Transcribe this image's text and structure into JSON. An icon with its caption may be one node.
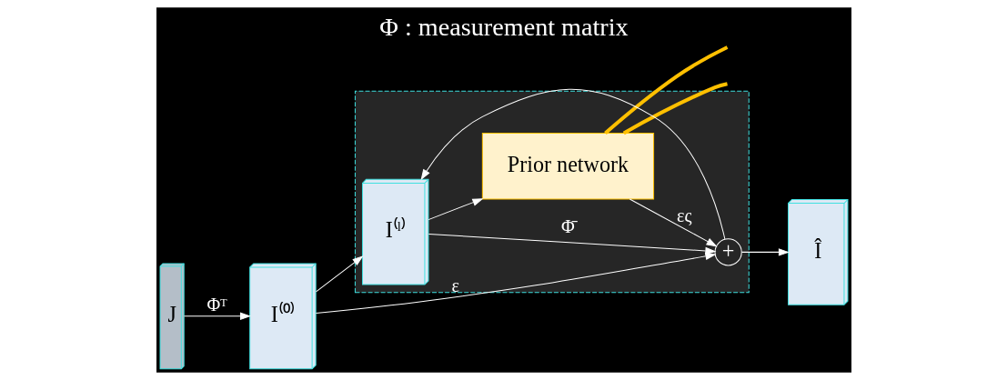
{
  "diagram": {
    "title": "Φ : measurement matrix",
    "nodes": [
      {
        "text": [
          "J"
        ]
      },
      {
        "text": [
          "I⁽⁰⁾"
        ]
      },
      {
        "text": [],
        "shape": "box"
      },
      {
        "text": [
          "I⁽ˡ⁾"
        ],
        "in": 2
      },
      {
        "text": [
          "Prior network"
        ],
        "in": 2
      },
      {
        "text": [
          "+"
        ],
        "in": 2
      },
      {
        "text": [
          "Î"
        ]
      }
    ],
    "edges": [
      {
        "from": 0,
        "to": 1,
        "arrow": "to",
        "label": "Φᵀ"
      },
      {
        "from": 1,
        "to": 3,
        "arrow": "to"
      },
      {
        "from": 3,
        "to": 4,
        "arrow": "to"
      },
      {
        "from": 4,
        "to": 5,
        "arrow": "to",
        "label": "ες"
      },
      {
        "from": 3,
        "to": 5,
        "arrow": "to",
        "label": "Φ̄"
      },
      {
        "from": 1,
        "to": 5,
        "arrow": "to",
        "label": "ε"
      },
      {
        "from": 5,
        "to": 6,
        "arrow": "to"
      },
      {
        "from": 5,
        "to": 3,
        "arrow": "to"
      },
      {
        "from": 4,
        "to": null,
        "arrow": "none",
        "style": "thick",
        "color": "#ffc000"
      },
      {
        "from": 4,
        "to": null,
        "arrow": "none",
        "style": "thick",
        "color": "#ffc000"
      }
    ]
  }
}
